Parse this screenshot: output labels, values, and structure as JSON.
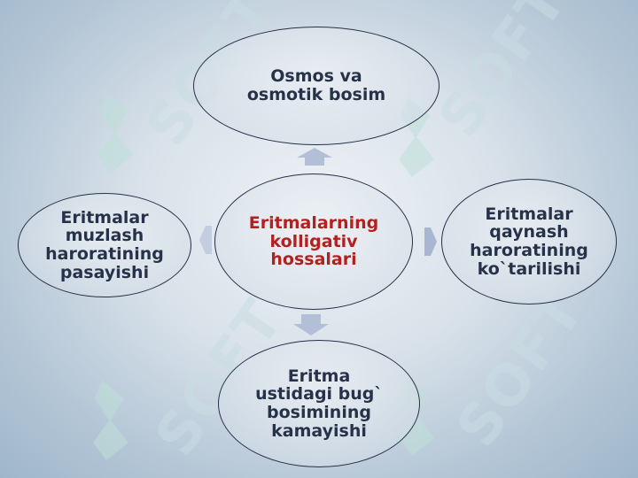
{
  "diagram": {
    "center": {
      "label": "Eritmalarning\nkolligativ\nhossalari",
      "color": "#b22020"
    },
    "nodes": {
      "top": {
        "label": "Osmos va\nosmotik bosim"
      },
      "left": {
        "label": "Eritmalar\nmuzlash\nharoratining\npasayishi"
      },
      "right": {
        "label": "Eritmalar\nqaynash\nharoratining\nko`tarilishi"
      },
      "bottom": {
        "label": "Eritma\nustidagi bug`\nbosimining\nkamayishi"
      }
    },
    "arrow_color": "#b3bfd6",
    "node_text_color": "#26324a"
  },
  "watermark": {
    "text": "SOFT"
  }
}
